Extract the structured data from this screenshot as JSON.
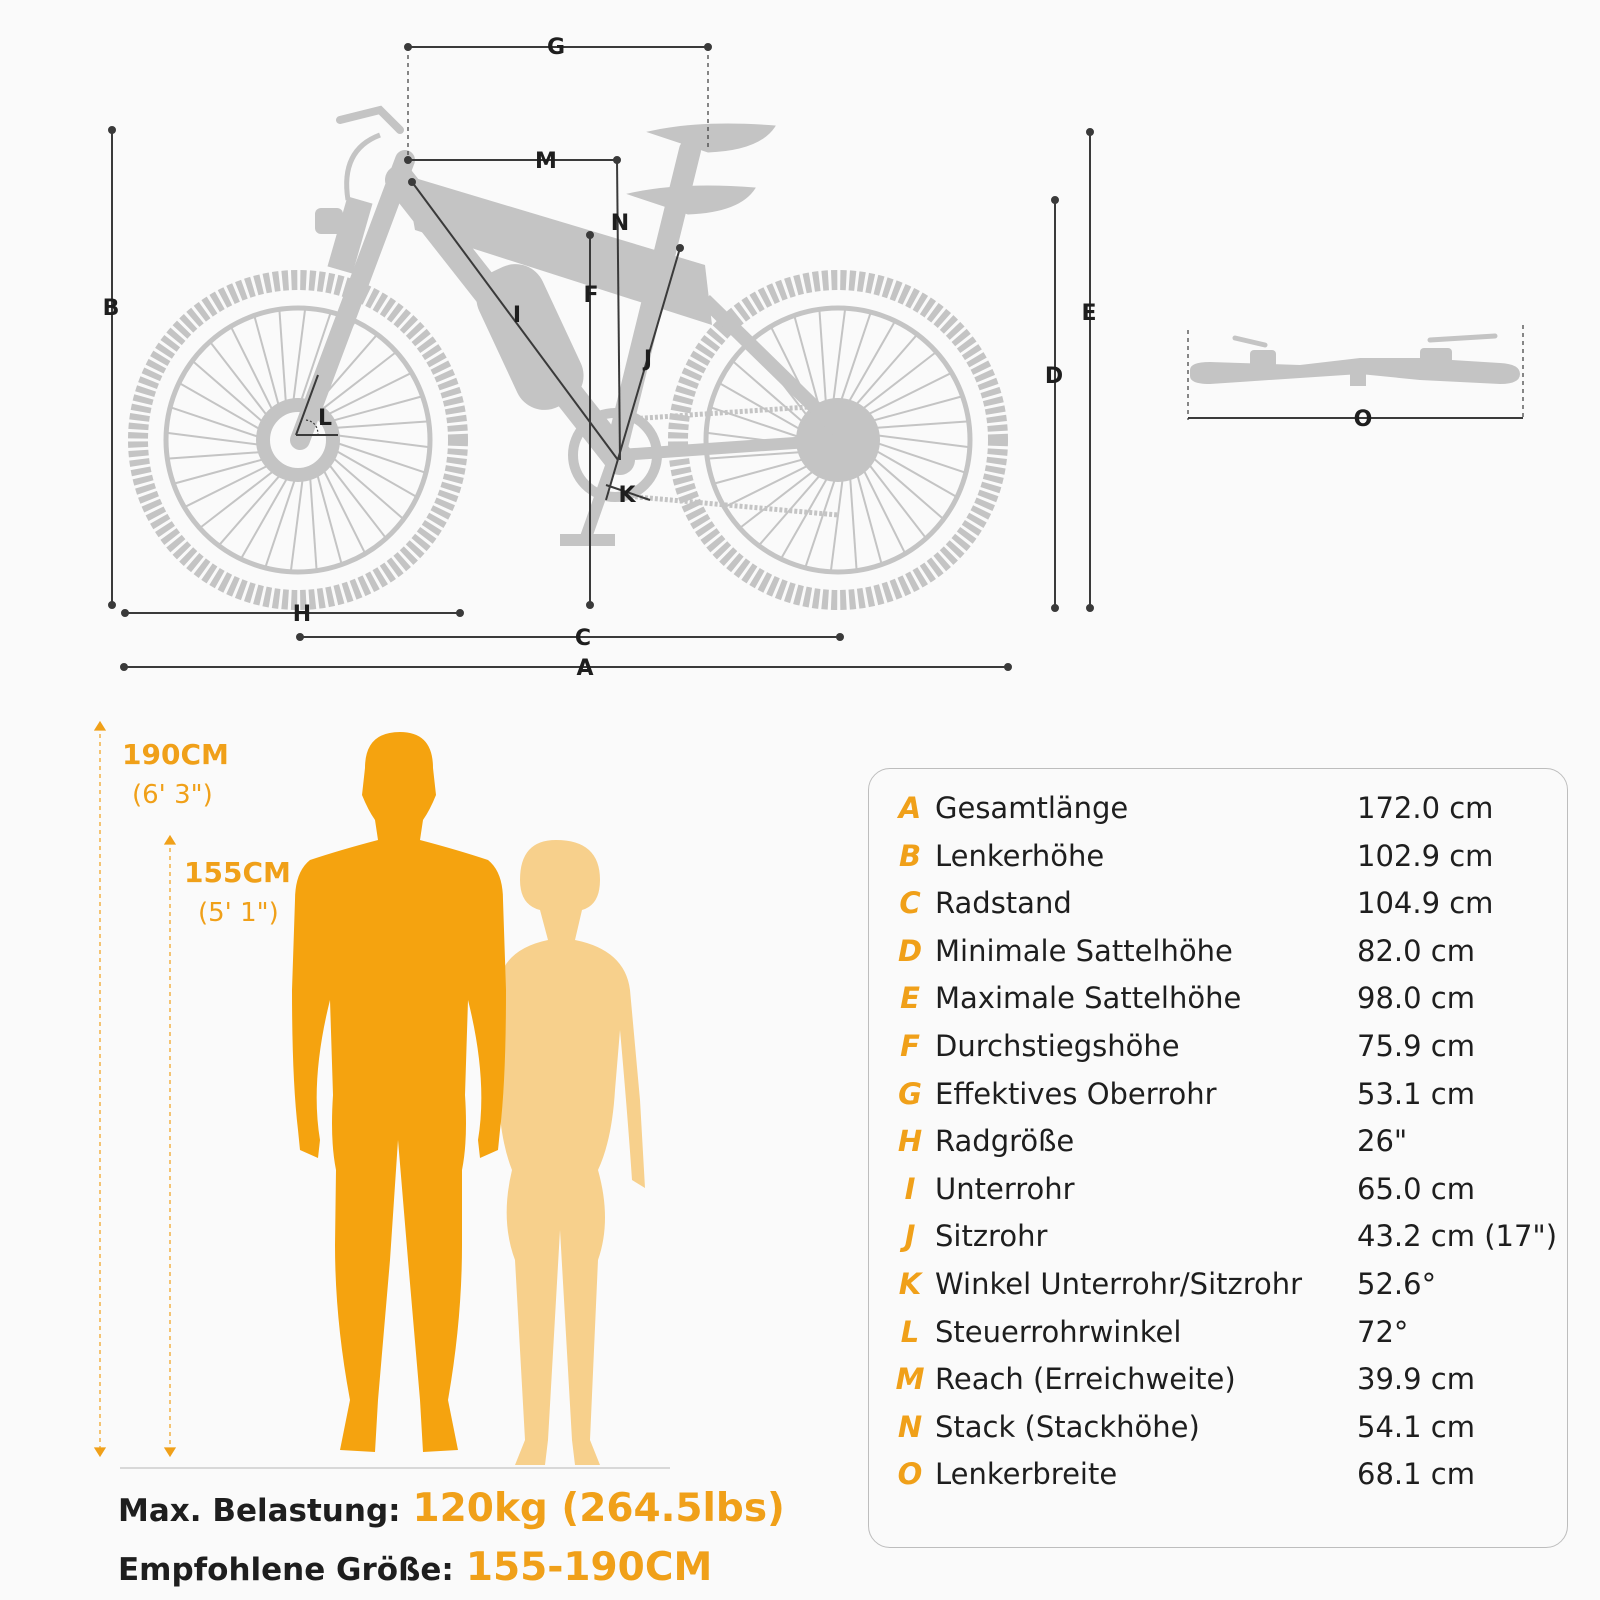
{
  "diagram": {
    "labels": [
      "A",
      "B",
      "C",
      "D",
      "E",
      "F",
      "G",
      "H",
      "I",
      "J",
      "K",
      "L",
      "M",
      "N",
      "O"
    ]
  },
  "heights": {
    "tall_cm": "190CM",
    "tall_ft": "(6' 3\")",
    "short_cm": "155CM",
    "short_ft": "(5' 1\")"
  },
  "load": {
    "label": "Max. Belastung:",
    "value": "120kg (264.5lbs)"
  },
  "size": {
    "label": "Empfohlene Größe:",
    "value": "155-190CM"
  },
  "specs": [
    {
      "letter": "A",
      "name": "Gesamtlänge",
      "value": "172.0 cm"
    },
    {
      "letter": "B",
      "name": "Lenkerhöhe",
      "value": "102.9 cm"
    },
    {
      "letter": "C",
      "name": "Radstand",
      "value": "104.9 cm"
    },
    {
      "letter": "D",
      "name": "Minimale Sattelhöhe",
      "value": "82.0 cm"
    },
    {
      "letter": "E",
      "name": "Maximale Sattelhöhe",
      "value": "98.0 cm"
    },
    {
      "letter": "F",
      "name": "Durchstiegshöhe",
      "value": "75.9 cm"
    },
    {
      "letter": "G",
      "name": "Effektives Oberrohr",
      "value": "53.1 cm"
    },
    {
      "letter": "H",
      "name": "Radgröße",
      "value": "26\""
    },
    {
      "letter": "I",
      "name": "Unterrohr",
      "value": "65.0 cm"
    },
    {
      "letter": "J",
      "name": "Sitzrohr",
      "value": "43.2 cm (17\")"
    },
    {
      "letter": "K",
      "name": "Winkel Unterrohr/Sitzrohr",
      "value": "52.6°"
    },
    {
      "letter": "L",
      "name": "Steuerrohrwinkel",
      "value": "72°"
    },
    {
      "letter": "M",
      "name": "Reach (Erreichweite)",
      "value": "39.9 cm"
    },
    {
      "letter": "N",
      "name": "Stack (Stackhöhe)",
      "value": "54.1 cm"
    },
    {
      "letter": "O",
      "name": "Lenkerbreite",
      "value": "68.1 cm"
    }
  ],
  "colors": {
    "accent": "#f0a019",
    "accent_light": "#f7d08c",
    "bike": "#c4c4c4",
    "line": "#3a3a3a"
  }
}
